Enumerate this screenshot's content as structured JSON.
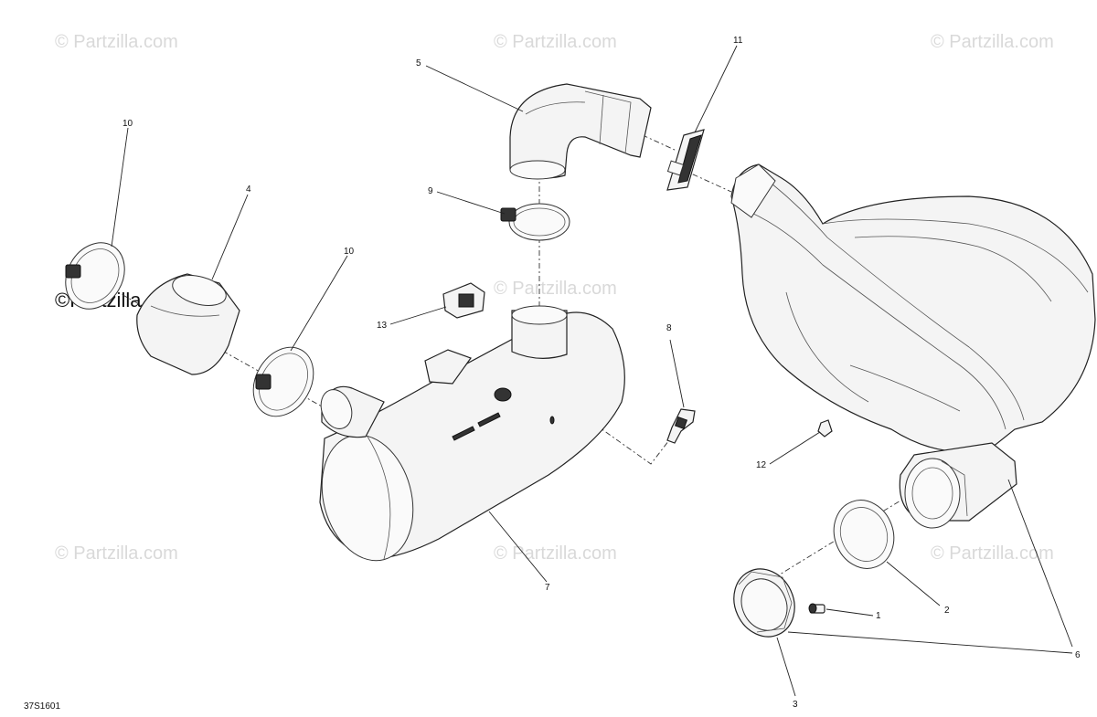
{
  "diagram": {
    "document_number": "37S1601",
    "watermark_text": "© Partzilla.com",
    "watermark_strong_text": "©Partzilla.com",
    "callouts": [
      {
        "id": "c1",
        "label": "1"
      },
      {
        "id": "c2",
        "label": "2"
      },
      {
        "id": "c3",
        "label": "3"
      },
      {
        "id": "c4",
        "label": "4"
      },
      {
        "id": "c5",
        "label": "5"
      },
      {
        "id": "c6",
        "label": "6"
      },
      {
        "id": "c7",
        "label": "7"
      },
      {
        "id": "c8",
        "label": "8"
      },
      {
        "id": "c9",
        "label": "9"
      },
      {
        "id": "c10a",
        "label": "10"
      },
      {
        "id": "c10b",
        "label": "10"
      },
      {
        "id": "c11",
        "label": "11"
      },
      {
        "id": "c12",
        "label": "12"
      },
      {
        "id": "c13",
        "label": "13"
      }
    ]
  }
}
